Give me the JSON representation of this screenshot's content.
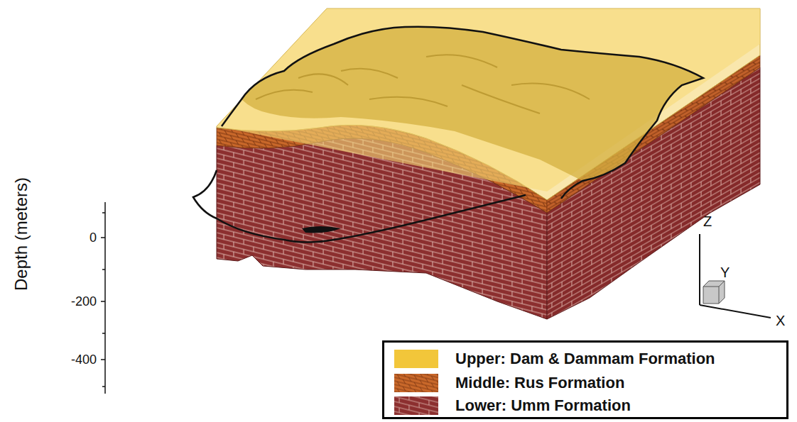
{
  "diagram": {
    "labels": [
      "Depth (meters)",
      "0",
      "-200",
      "-400",
      "Z",
      "Y",
      "X"
    ],
    "legend": [
      {
        "text": "Upper: Dam & Dammam Formation",
        "color": "#f2c63a"
      },
      {
        "text": "Middle: Rus Formation",
        "color": "#c9682a"
      },
      {
        "text": "Lower: Umm Formation",
        "color": "#8c2f2f"
      }
    ]
  }
}
